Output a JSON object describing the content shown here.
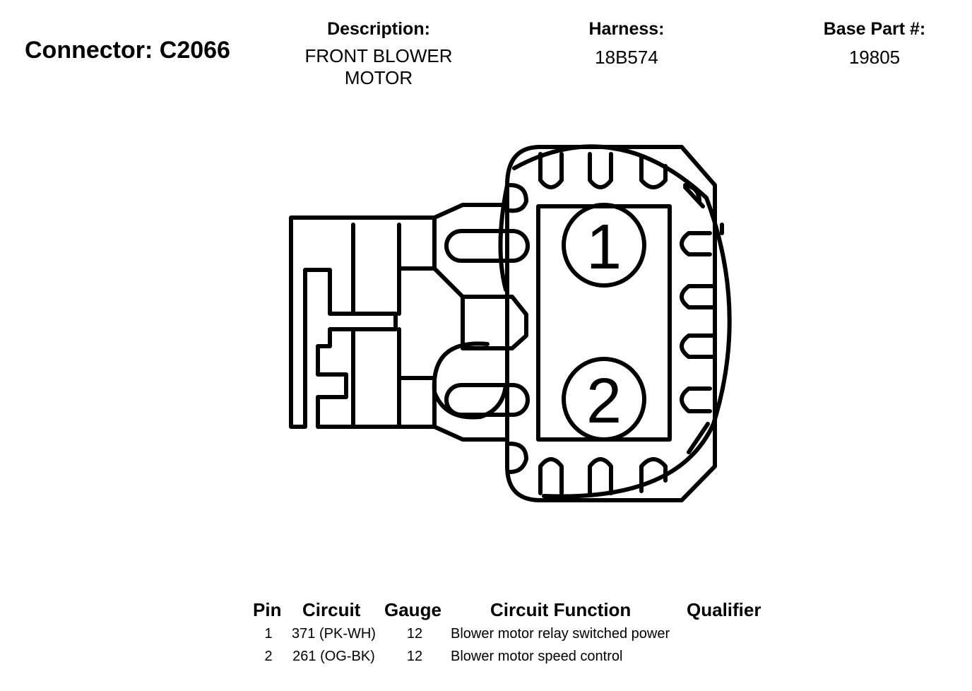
{
  "connector": {
    "title": "Connector: C2066",
    "description_label": "Description:",
    "description_value": "FRONT BLOWER MOTOR",
    "harness_label": "Harness:",
    "harness_value": "18B574",
    "base_part_label": "Base Part #:",
    "base_part_value": "19805"
  },
  "diagram": {
    "pins": [
      {
        "label": "1"
      },
      {
        "label": "2"
      }
    ]
  },
  "table": {
    "headers": {
      "pin": "Pin",
      "circuit": "Circuit",
      "gauge": "Gauge",
      "function": "Circuit Function",
      "qualifier": "Qualifier"
    },
    "rows": [
      {
        "pin": "1",
        "circuit": "371 (PK-WH)",
        "gauge": "12",
        "function": "Blower motor relay switched power",
        "qualifier": ""
      },
      {
        "pin": "2",
        "circuit": "261 (OG-BK)",
        "gauge": "12",
        "function": "Blower motor speed control",
        "qualifier": ""
      }
    ]
  }
}
